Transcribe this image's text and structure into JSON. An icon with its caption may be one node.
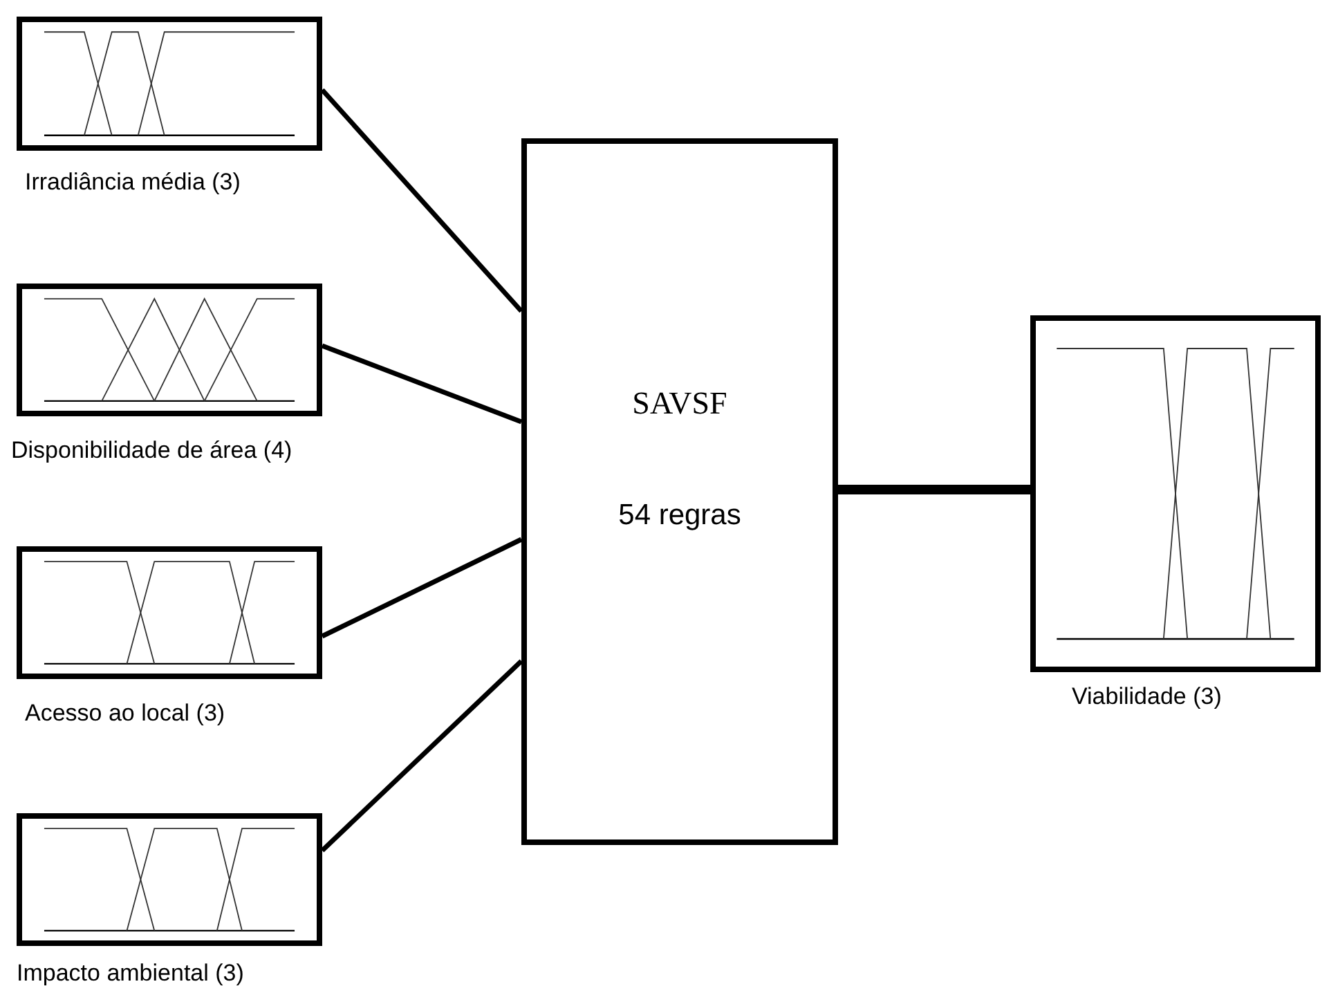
{
  "diagram": {
    "nodes": [
      {
        "text": [
          "Irradiância média (3)"
        ]
      },
      {
        "text": [
          "Disponibilidade de área (4)"
        ]
      },
      {
        "text": [
          "Acesso ao local (3)"
        ]
      },
      {
        "text": [
          "Impacto ambiental (3)"
        ]
      },
      {
        "text": [
          "SAVSF",
          "54 regras"
        ]
      },
      {
        "text": [
          "Viabilidade (3)"
        ]
      }
    ],
    "edges": [
      {
        "from": 0,
        "to": 4,
        "arrow": "none"
      },
      {
        "from": 1,
        "to": 4,
        "arrow": "none"
      },
      {
        "from": 2,
        "to": 4,
        "arrow": "none"
      },
      {
        "from": 3,
        "to": 4,
        "arrow": "none"
      },
      {
        "from": 4,
        "to": 5,
        "arrow": "none",
        "style": "thick"
      }
    ]
  }
}
